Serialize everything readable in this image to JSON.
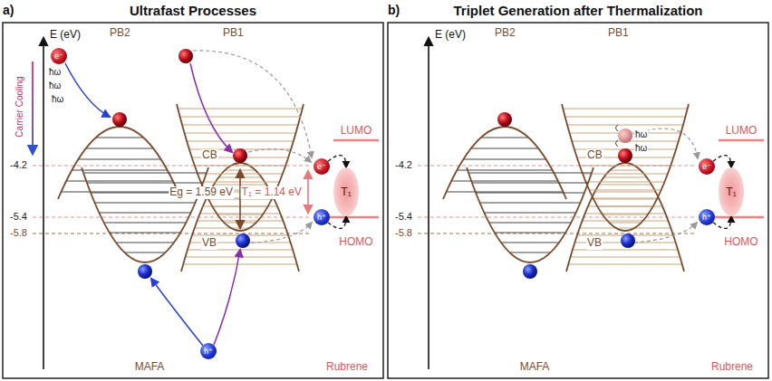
{
  "diagram": {
    "nodes": [
      {
        "text": [
          "a)",
          "Ultrafast Processes"
        ]
      },
      {
        "text": [
          "e⁻"
        ],
        "in": 0
      },
      {
        "text": [
          "h⁺"
        ],
        "in": 0
      },
      {
        "text": [
          "e⁻"
        ],
        "in": 0
      },
      {
        "text": [
          "h⁺"
        ],
        "in": 0
      },
      {
        "text": [
          "T₁"
        ],
        "in": 0
      },
      {
        "text": [
          "b)",
          "Triplet Generation after Thermalization"
        ]
      },
      {
        "text": [
          "e⁻"
        ],
        "in": 6
      },
      {
        "text": [
          "h⁺"
        ],
        "in": 6
      },
      {
        "text": [
          "T₁"
        ],
        "in": 6
      }
    ],
    "edges": [
      {
        "from": 3,
        "to": 5,
        "arrow": "to"
      },
      {
        "from": 4,
        "to": 5,
        "arrow": "to"
      },
      {
        "from": 7,
        "to": 9,
        "arrow": "to"
      },
      {
        "from": 8,
        "to": 9,
        "arrow": "to"
      }
    ],
    "labels": [
      "E (eV)",
      "PB2",
      "PB1",
      "Carrier Cooling",
      "ħω",
      "ħω",
      "ħω",
      "LUMO",
      "-4.2",
      "CB",
      "Eg = 1.59 eV",
      "T₁ = 1.14 eV",
      "-5.4",
      "-5.8",
      "VB",
      "HOMO",
      "MAFA",
      "Rubrene",
      "E (eV)",
      "PB2",
      "PB1",
      "LUMO",
      "-4.2",
      "CB",
      "ħω",
      "ħω",
      "-5.4",
      "-5.8",
      "VB",
      "HOMO",
      "MAFA",
      "Rubrene"
    ]
  }
}
